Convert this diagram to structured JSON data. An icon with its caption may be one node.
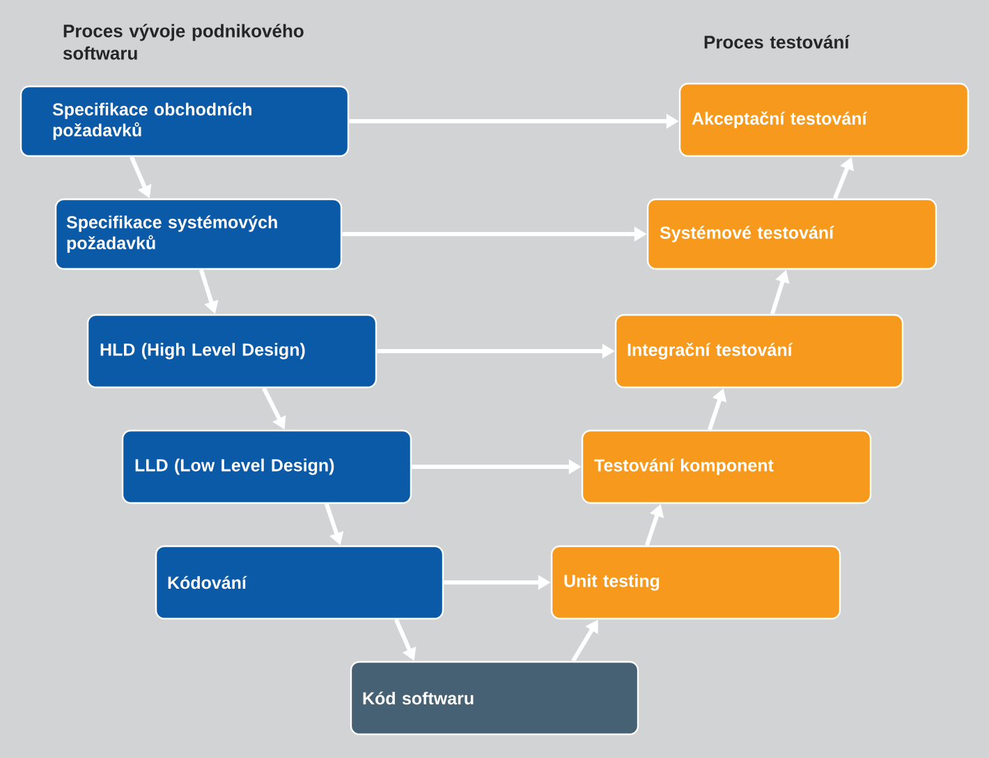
{
  "diagram": {
    "nodes": [
      {
        "text": [
          "Specifikace obchodních požadavků"
        ]
      },
      {
        "text": [
          "Specifikace systémových požadavků"
        ]
      },
      {
        "text": [
          "HLD (High Level Design)"
        ]
      },
      {
        "text": [
          "LLD (Low Level Design)"
        ]
      },
      {
        "text": [
          "Kódování"
        ]
      },
      {
        "text": [
          "Kód softwaru"
        ]
      },
      {
        "text": [
          "Unit testing"
        ]
      },
      {
        "text": [
          "Testování komponent"
        ]
      },
      {
        "text": [
          "Integrační testování"
        ]
      },
      {
        "text": [
          "Systémové testování"
        ]
      },
      {
        "text": [
          "Akceptační testování"
        ]
      }
    ],
    "edges": [
      {
        "from": 0,
        "to": 1,
        "arrow": "to"
      },
      {
        "from": 1,
        "to": 2,
        "arrow": "to"
      },
      {
        "from": 2,
        "to": 3,
        "arrow": "to"
      },
      {
        "from": 3,
        "to": 4,
        "arrow": "to"
      },
      {
        "from": 4,
        "to": 5,
        "arrow": "to"
      },
      {
        "from": 5,
        "to": 6,
        "arrow": "to"
      },
      {
        "from": 6,
        "to": 7,
        "arrow": "to"
      },
      {
        "from": 7,
        "to": 8,
        "arrow": "to"
      },
      {
        "from": 8,
        "to": 9,
        "arrow": "to"
      },
      {
        "from": 9,
        "to": 10,
        "arrow": "to"
      },
      {
        "from": 0,
        "to": 10,
        "arrow": "to"
      },
      {
        "from": 1,
        "to": 9,
        "arrow": "to"
      },
      {
        "from": 2,
        "to": 8,
        "arrow": "to"
      },
      {
        "from": 3,
        "to": 7,
        "arrow": "to"
      },
      {
        "from": 4,
        "to": 6,
        "arrow": "to"
      }
    ],
    "labels": [
      "Proces vývoje podnikového softwaru",
      "Proces testování"
    ]
  }
}
